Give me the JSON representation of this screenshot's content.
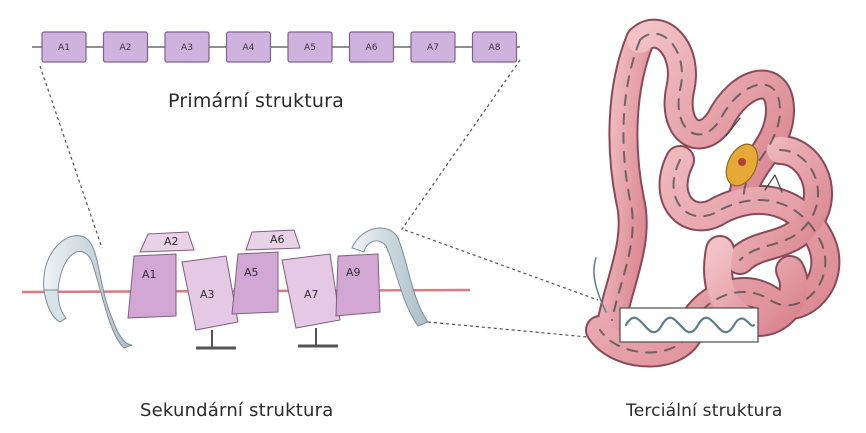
{
  "primary": {
    "caption": "Primární struktura",
    "residues": [
      "A1",
      "A2",
      "A3",
      "A4",
      "A5",
      "A6",
      "A7",
      "A8"
    ]
  },
  "secondary": {
    "caption": "Sekundární struktura",
    "sheets": [
      {
        "name": "a1",
        "label": "A1"
      },
      {
        "name": "a2",
        "label": "A2"
      },
      {
        "name": "a3",
        "label": "A3"
      },
      {
        "name": "a5",
        "label": "A5"
      },
      {
        "name": "a6",
        "label": "A6"
      },
      {
        "name": "a7",
        "label": "A7"
      },
      {
        "name": "a9",
        "label": "A9"
      }
    ]
  },
  "tertiary": {
    "caption": "Terciální struktura"
  },
  "colors": {
    "residue_fill": "#cfb3de",
    "residue_stroke": "#7d6290",
    "sheet_fill": "#d9b5d9",
    "tube_fill": "#e3a0a8",
    "tube_stroke": "#8a4a55",
    "helix_fill": "#c9d6dc",
    "axis_line": "#d97a84",
    "heme": "#e6a935",
    "dash": "#555555"
  }
}
